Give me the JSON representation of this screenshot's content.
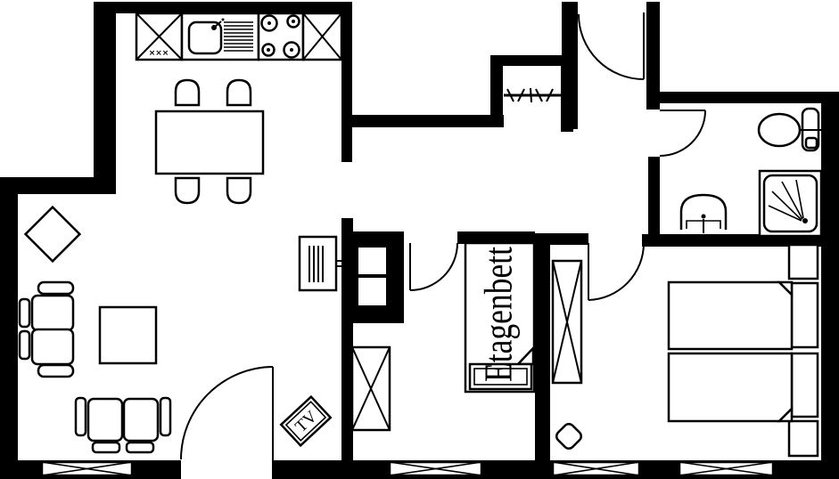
{
  "meta": {
    "type": "apartment-floor-plan",
    "background_color": "#ffffff",
    "ink_color": "#000000"
  },
  "labels": {
    "bunk_bed": "Etagenbett",
    "tv": "TV",
    "cabinet_marks": "×××"
  },
  "elements": [
    "kitchen-counter-cabinet",
    "kitchen-sink",
    "kitchen-stove",
    "dining-table",
    "dining-chair",
    "side-table-diamond",
    "sofa-left",
    "coffee-table",
    "sofa-bottom",
    "tv-stand",
    "gas-heater",
    "ventilation-shaft",
    "bunk-bed",
    "wardrobe",
    "double-bed",
    "headboard",
    "nightstand",
    "stool",
    "toilet",
    "washbasin",
    "shower",
    "window",
    "door-swing",
    "wall-opening-hatch"
  ]
}
